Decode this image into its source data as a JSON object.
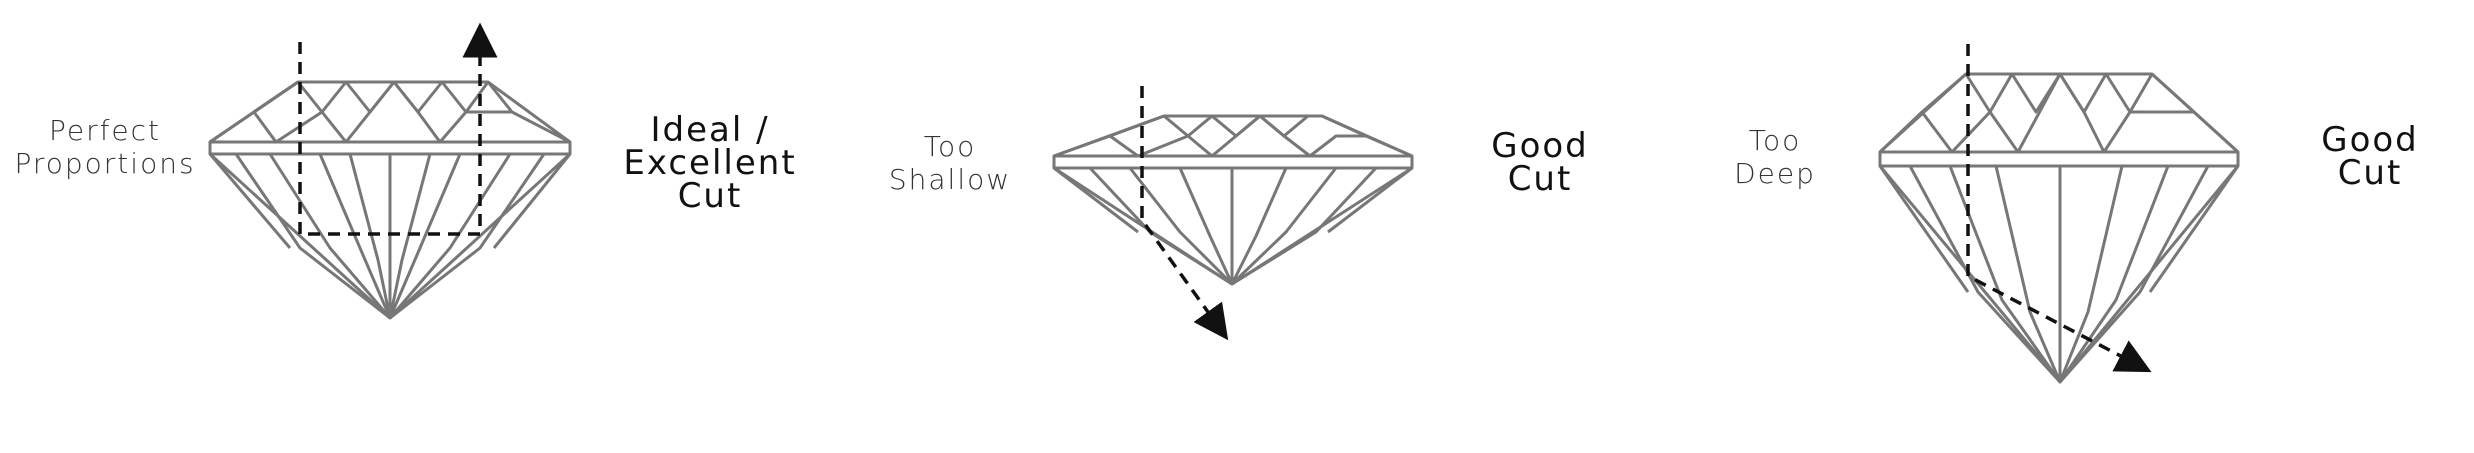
{
  "panels": [
    {
      "label": "Perfect\nProportions",
      "cut": "Ideal /\nExcellent\nCut"
    },
    {
      "label": "Too\nShallow",
      "cut": "Good\nCut"
    },
    {
      "label": "Too\nDeep",
      "cut": "Good\nCut"
    }
  ],
  "colors": {
    "diamond_stroke": "#777777",
    "light_path": "#111111"
  }
}
